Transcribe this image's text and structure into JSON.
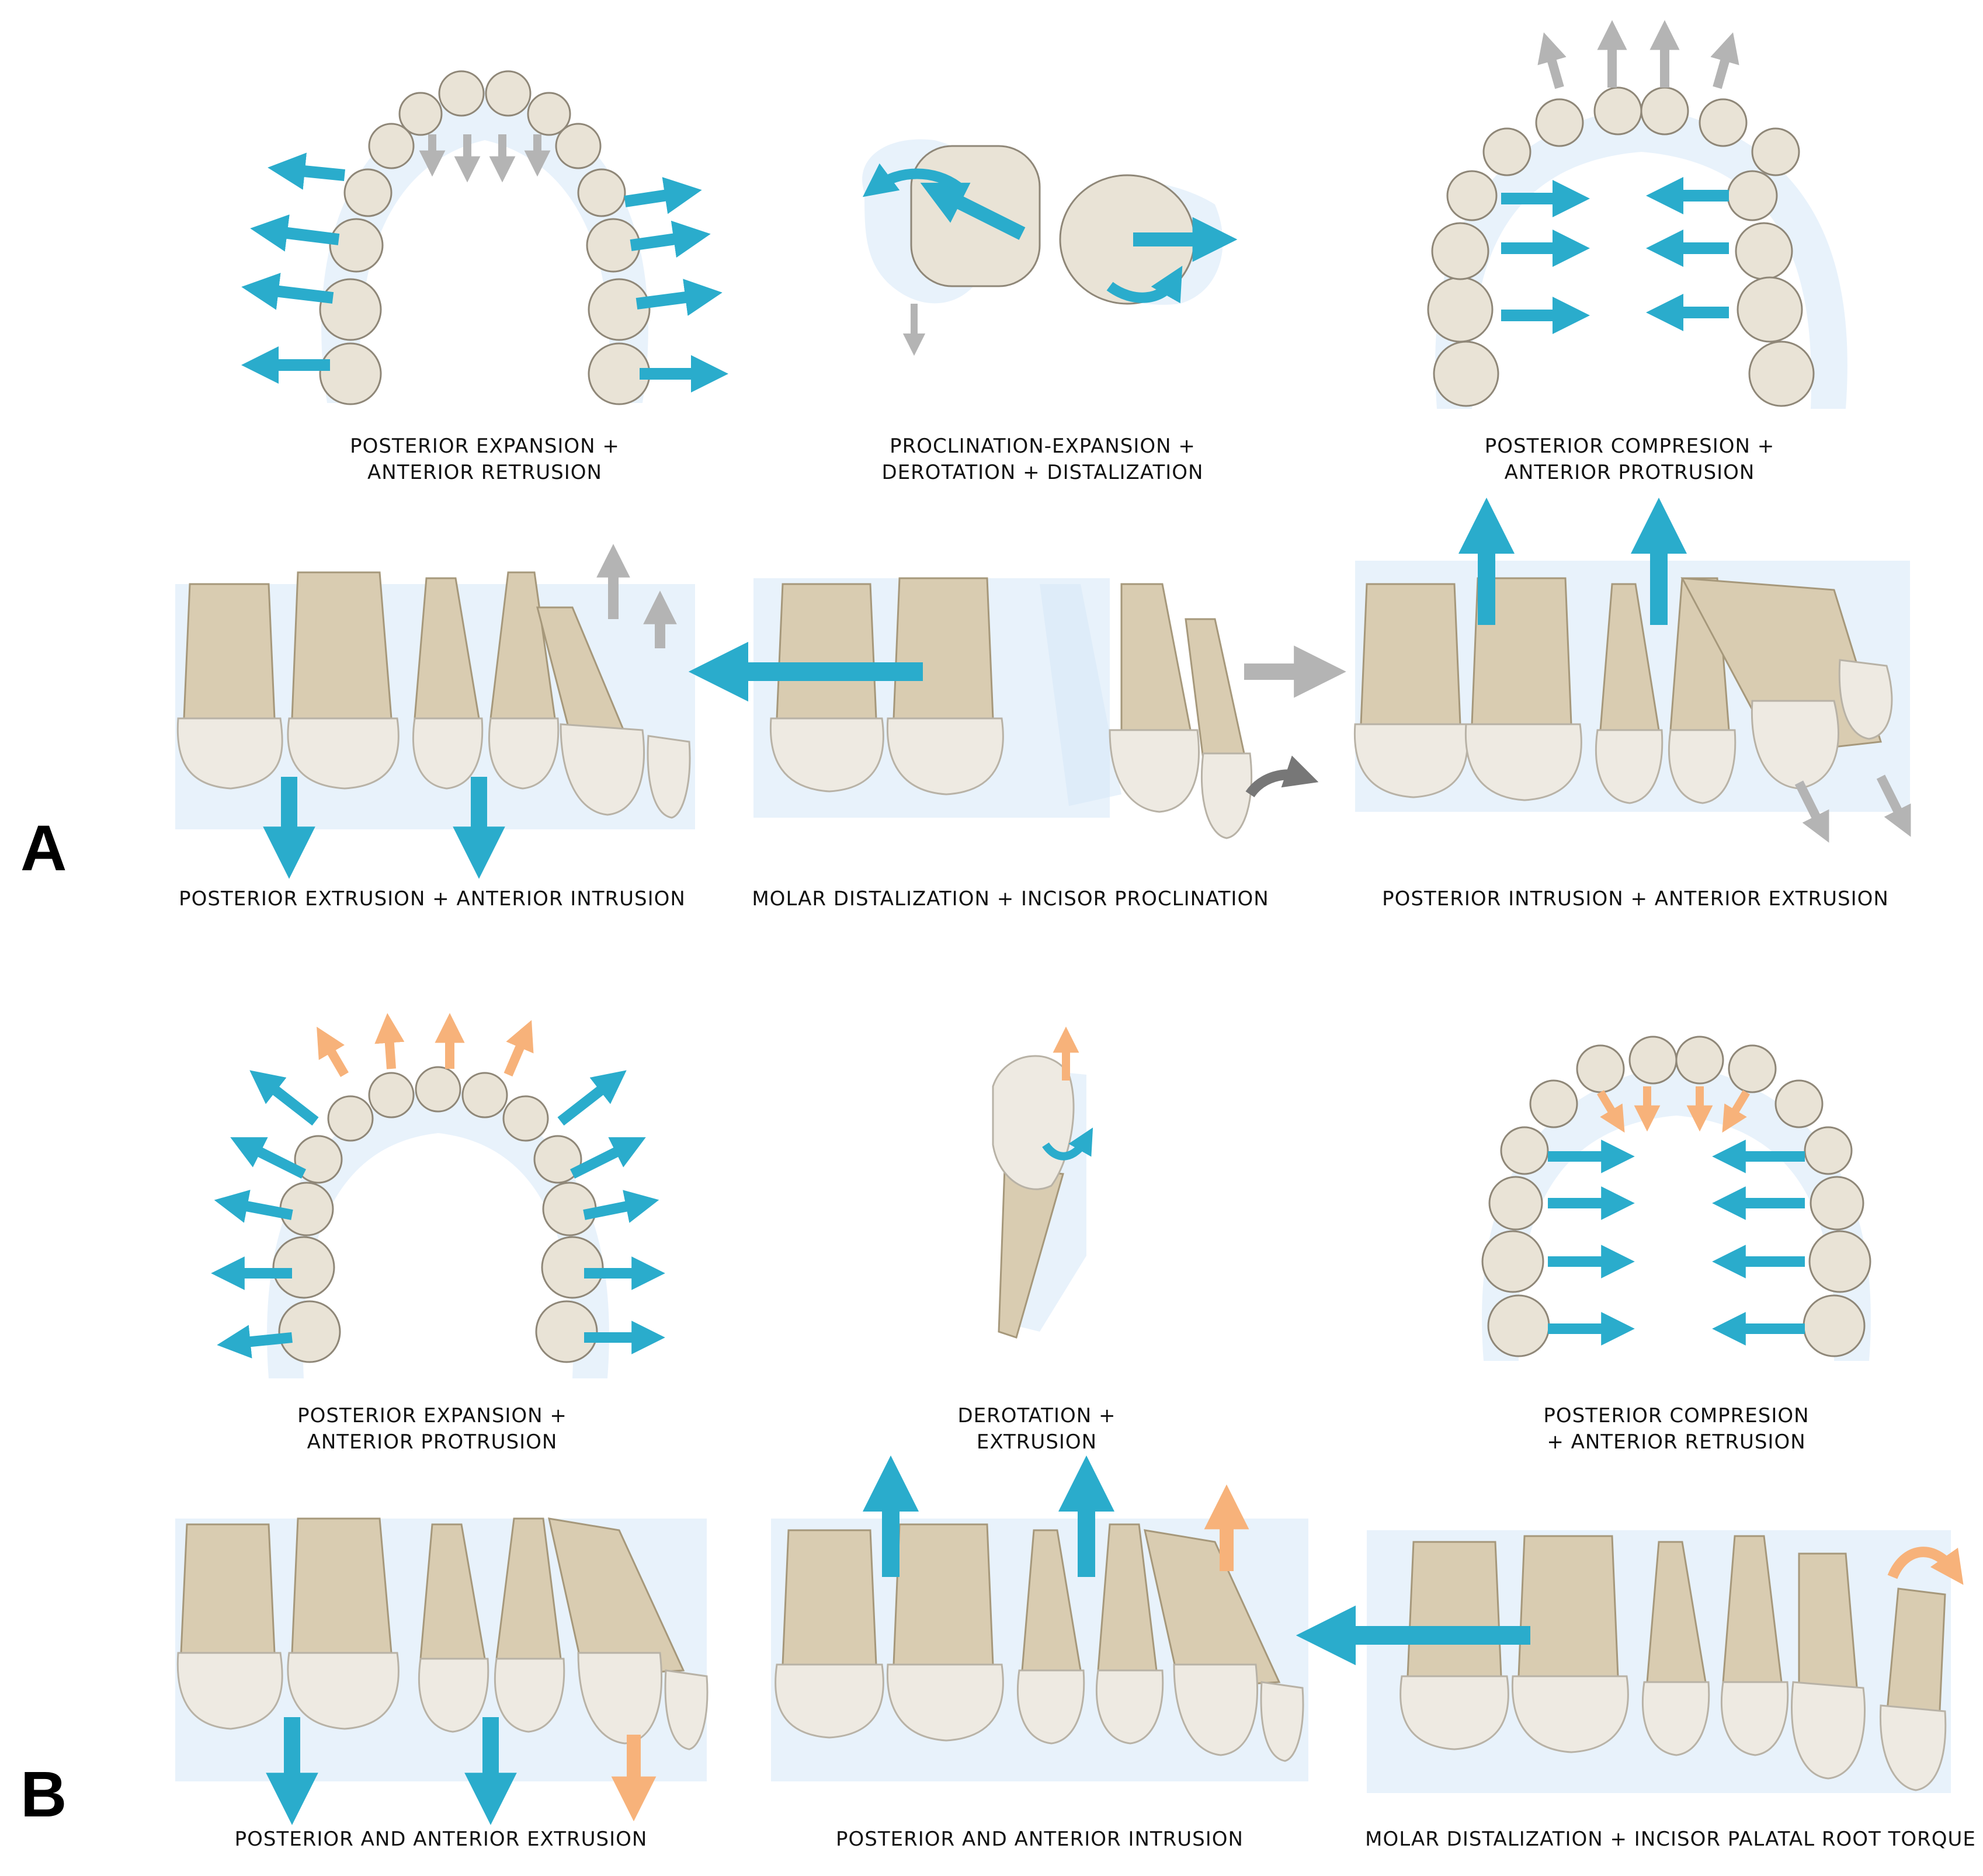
{
  "panels": [
    {
      "letter": "A"
    },
    {
      "letter": "B"
    }
  ],
  "captions": {
    "a1_line1": "POSTERIOR EXPANSION +",
    "a1_line2": "ANTERIOR RETRUSION",
    "a2_line1": "PROCLINATION-EXPANSION +",
    "a2_line2": "DEROTATION + DISTALIZATION",
    "a3_line1": "POSTERIOR COMPRESION +",
    "a3_line2": "ANTERIOR PROTRUSION",
    "a4": "POSTERIOR EXTRUSION + ANTERIOR INTRUSION",
    "a5": "MOLAR DISTALIZATION + INCISOR PROCLINATION",
    "a6": "POSTERIOR INTRUSION + ANTERIOR EXTRUSION",
    "b1_line1": "POSTERIOR EXPANSION +",
    "b1_line2": "ANTERIOR PROTRUSION",
    "b2_line1": "DEROTATION +",
    "b2_line2": "EXTRUSION",
    "b3_line1": "POSTERIOR COMPRESION",
    "b3_line2": "+ ANTERIOR RETRUSION",
    "b4": "POSTERIOR AND ANTERIOR EXTRUSION",
    "b5": "POSTERIOR AND ANTERIOR INTRUSION",
    "b6": "MOLAR DISTALIZATION + INCISOR PALATAL ROOT TORQUE"
  },
  "colors": {
    "blue_arrow": "#2aaccc",
    "gray_arrow": "#b4b4b4",
    "dark_gray_arrow": "#777777",
    "orange_arrow": "#f7b27a",
    "tooth_crown": "#eeeae2",
    "tooth_root": "#d9ccb1",
    "ghost_aligner": "#d6e8f7"
  }
}
